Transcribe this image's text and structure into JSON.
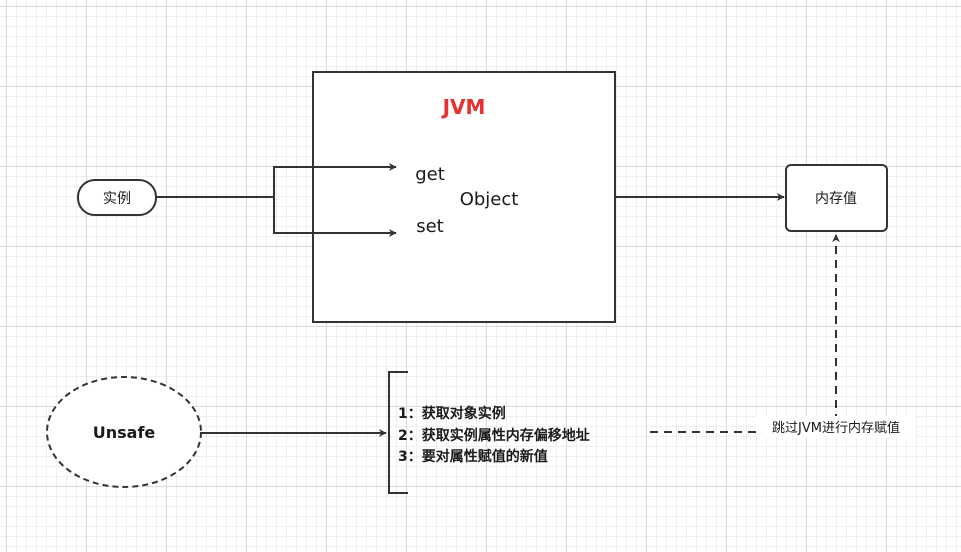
{
  "jvm_box": {
    "title": "JVM",
    "title_color": "#e8302e"
  },
  "instance_node": {
    "label": "实例"
  },
  "object_label": "Object",
  "get_label": "get",
  "set_label": "set",
  "memory_node": {
    "label": "内存值"
  },
  "unsafe_node": {
    "label": "Unsafe"
  },
  "steps": [
    "1：获取对象实例",
    "2：获取实例属性内存偏移地址",
    "3：要对属性赋值的新值"
  ],
  "bypass_label": "跳过JVM进行内存赋值",
  "colors": {
    "stroke": "#333333",
    "text": "#1a1a1a",
    "grid": "#d9d9d9"
  }
}
